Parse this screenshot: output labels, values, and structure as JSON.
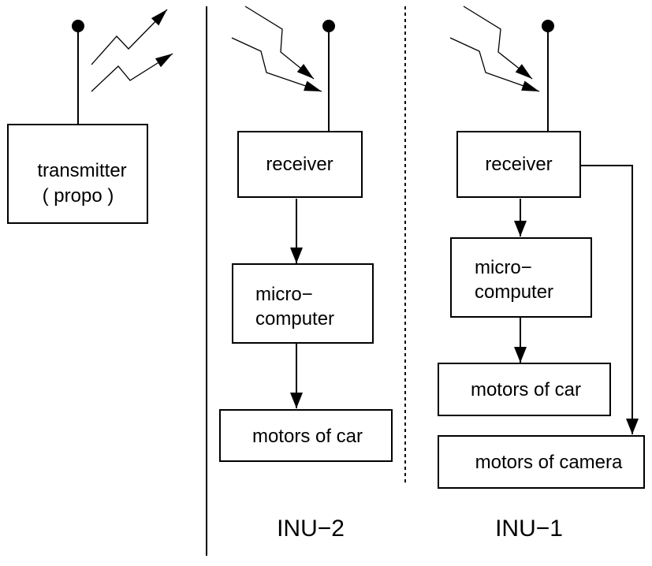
{
  "transmitter": {
    "label_line1": "transmitter",
    "label_line2": "( propo )"
  },
  "inu2": {
    "title": "INU−2",
    "receiver": "receiver",
    "micro_line1": "micro−",
    "micro_line2": "computer",
    "motors_car": "motors of car"
  },
  "inu1": {
    "title": "INU−1",
    "receiver": "receiver",
    "micro_line1": "micro−",
    "micro_line2": "computer",
    "motors_car": "motors of car",
    "motors_camera": "motors of camera"
  },
  "colors": {
    "stroke": "#000000",
    "background": "#ffffff"
  },
  "icons": [
    "antenna-icon",
    "radio-signal-icon",
    "arrow-icon"
  ]
}
